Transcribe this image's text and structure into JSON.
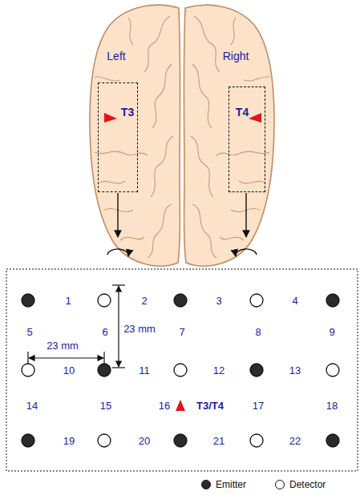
{
  "diagram": {
    "nodes": [
      {
        "text": [
          "T3"
        ]
      },
      {
        "text": [
          "T4"
        ]
      }
    ],
    "labels": [
      "Left",
      "Right",
      "1",
      "2",
      "3",
      "4",
      "5",
      "6",
      "7",
      "8",
      "9",
      "10",
      "11",
      "12",
      "13",
      "14",
      "15",
      "16",
      "17",
      "18",
      "19",
      "20",
      "21",
      "22",
      "23 mm",
      "23 mm",
      "T3/T4"
    ],
    "legend": [
      {
        "text": "Emitter"
      },
      {
        "text": "Detector"
      }
    ]
  }
}
